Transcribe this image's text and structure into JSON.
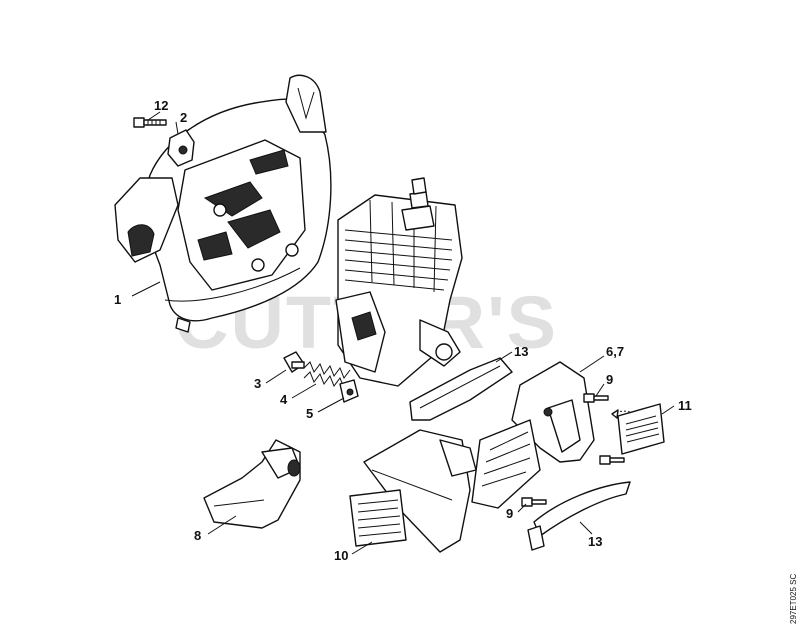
{
  "watermark": "CUTTER'S",
  "figure_code": "297ET025 SC",
  "accent_color": "#c8c8c8",
  "callouts": [
    {
      "id": "c12",
      "label": "12"
    },
    {
      "id": "c2",
      "label": "2"
    },
    {
      "id": "c1",
      "label": "1"
    },
    {
      "id": "c3",
      "label": "3"
    },
    {
      "id": "c4",
      "label": "4"
    },
    {
      "id": "c5",
      "label": "5"
    },
    {
      "id": "c13a",
      "label": "13"
    },
    {
      "id": "c67",
      "label": "6,7"
    },
    {
      "id": "c9a",
      "label": "9"
    },
    {
      "id": "c11",
      "label": "11"
    },
    {
      "id": "c8",
      "label": "8"
    },
    {
      "id": "c10",
      "label": "10"
    },
    {
      "id": "c9b",
      "label": "9"
    },
    {
      "id": "c13b",
      "label": "13"
    }
  ]
}
